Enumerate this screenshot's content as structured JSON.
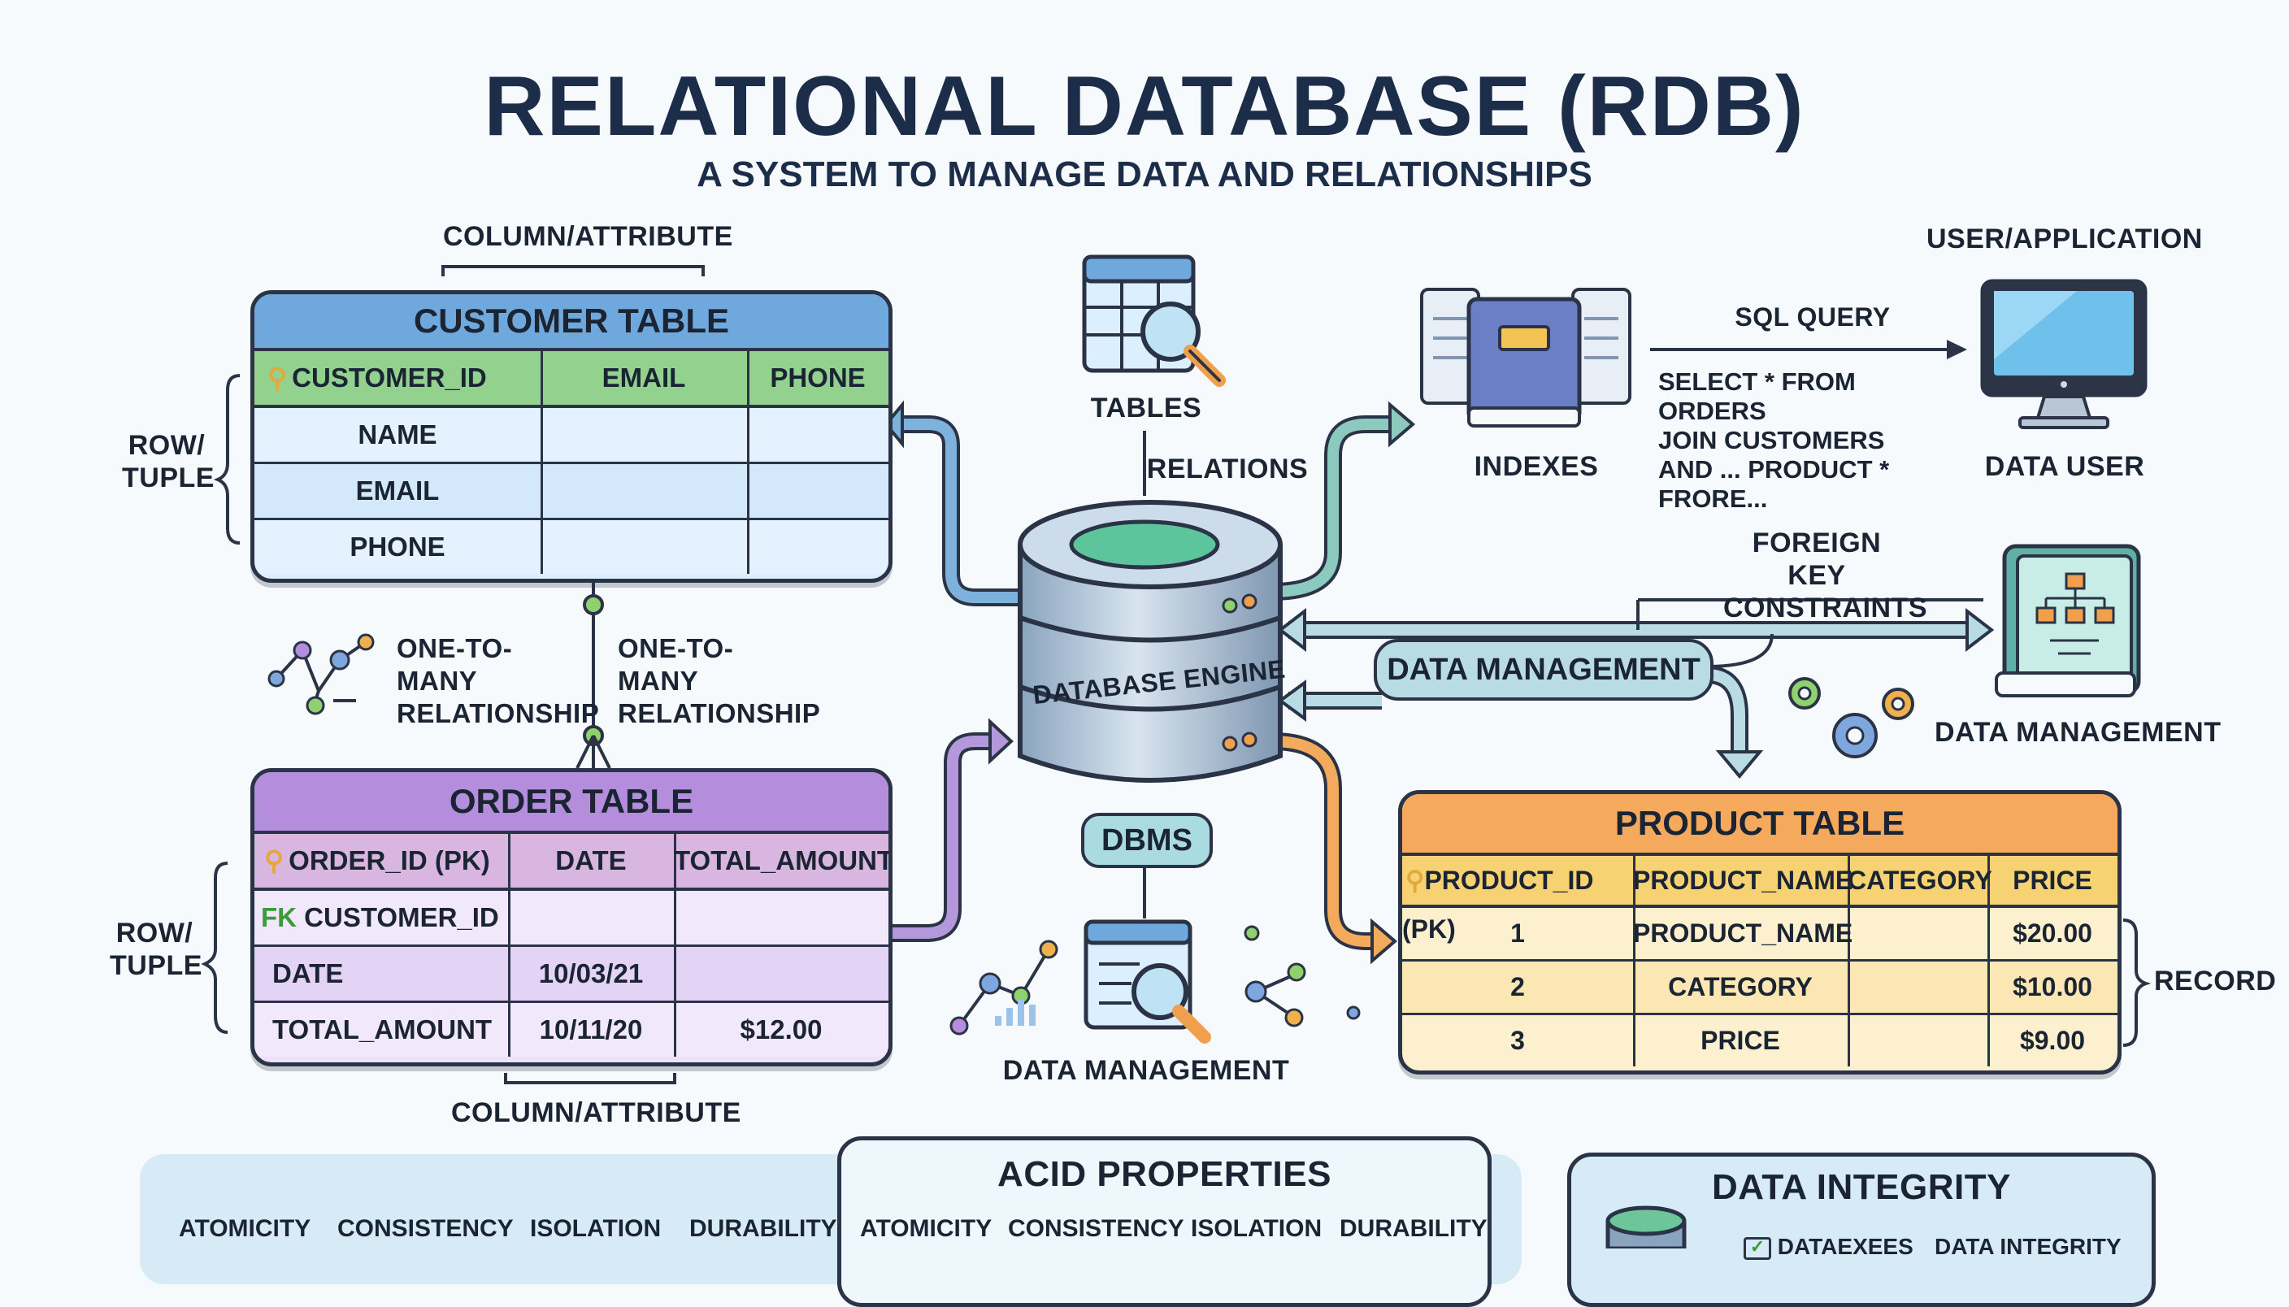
{
  "header": {
    "title": "RELATIONAL DATABASE (RDB)",
    "subtitle": "A SYSTEM TO MANAGE DATA AND RELATIONSHIPS"
  },
  "customer_table": {
    "title": "CUSTOMER TABLE",
    "columns": [
      "CUSTOMER_ID (PK)",
      "EMAIL",
      "PHONE"
    ],
    "rows": [
      "NAME",
      "EMAIL",
      "PHONE"
    ],
    "column_label": "COLUMN/ATTRIBUTE",
    "row_label": "ROW/ TUPLE"
  },
  "order_table": {
    "title": "ORDER TABLE",
    "columns": [
      "ORDER_ID (PK)",
      "DATE",
      "TOTAL_AMOUNT"
    ],
    "fk_marker": "FK",
    "rows": [
      [
        "CUSTOMER_ID (FK)",
        "",
        ""
      ],
      [
        "DATE",
        "10/03/21",
        ""
      ],
      [
        "TOTAL_AMOUNT",
        "10/11/20",
        "$12.00"
      ]
    ],
    "column_label": "COLUMN/ATTRIBUTE",
    "row_label": "ROW/ TUPLE"
  },
  "relationship": {
    "left": "ONE-TO-MANY RELATIONSHIP",
    "right": "ONE-TO-MANY RELATIONSHIP"
  },
  "center": {
    "tables_label": "TABLES",
    "relations_label": "RELATIONS",
    "engine_label": "DATABASE ENGINE",
    "dbms_label": "DBMS",
    "data_management_label": "DATA MANAGEMENT"
  },
  "indexes": {
    "label": "INDEXES"
  },
  "sql": {
    "label": "SQL QUERY",
    "lines": [
      "SELECT * FROM ORDERS",
      "JOIN CUSTOMERS",
      "AND ... PRODUCT * FRORE..."
    ]
  },
  "user": {
    "top_label": "USER/APPLICATION",
    "bottom_label": "DATA USER"
  },
  "foreign_key": {
    "label": "FOREIGN KEY CONSTRAINTS"
  },
  "data_management_pill": "DATA MANAGEMENT",
  "data_management_book": "DATA MANAGEMENT",
  "product_table": {
    "title": "PRODUCT TABLE",
    "columns": [
      "PRODUCT_ID (PK)",
      "PRODUCT_NAME",
      "CATEGORY",
      "PRICE"
    ],
    "rows": [
      [
        "1",
        "PRODUCT_NAME",
        "",
        "$20.00"
      ],
      [
        "2",
        "CATEGORY",
        "",
        "$10.00"
      ],
      [
        "3",
        "PRICE",
        "",
        "$9.00"
      ]
    ],
    "record_label": "RECORD"
  },
  "acid_left": {
    "items": [
      "ATOMICITY",
      "CONSISTENCY",
      "ISOLATION",
      "DURABILITY"
    ]
  },
  "acid_center": {
    "title": "ACID PROPERTIES",
    "items": [
      "ATOMICITY",
      "CONSISTENCY",
      "ISOLATION",
      "DURABILITY"
    ]
  },
  "integrity": {
    "title": "DATA INTEGRITY",
    "items": [
      "DATAEXEES",
      "DATA INTEGRITY"
    ]
  },
  "colors": {
    "customer_head": "#6fa8dc",
    "customer_cols": "#93d18f",
    "customer_rows": "#dcefff",
    "order_head": "#b48ddc",
    "order_cols": "#d9b6e0",
    "order_rows": "#ece2fa",
    "product_head": "#f4a95c",
    "product_cols": "#f6d273",
    "product_rows": "#fdf0cf",
    "arrow_blue": "#5e93c2",
    "arrow_teal": "#6fb3a8",
    "arrow_purple": "#9b74cf",
    "arrow_orange": "#ee9845"
  }
}
